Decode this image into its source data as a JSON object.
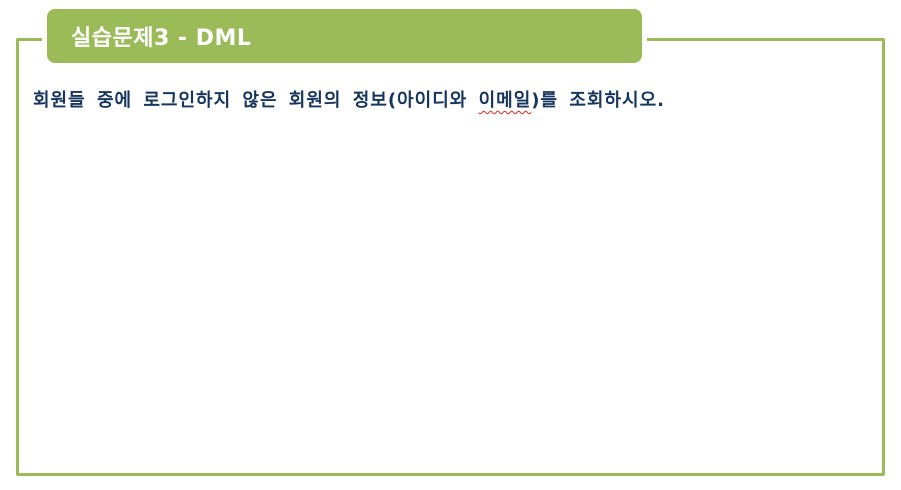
{
  "slide": {
    "title": "실습문제3 - DML",
    "question": {
      "before": "회원들 중에 로그인하지 않은 회원의 정보(아이디와 ",
      "flagged": "이메일",
      "after": ")를 조회하시오."
    }
  },
  "colors": {
    "accent": "#9bbb59",
    "text": "#17365d",
    "spellcheck": "#e2231a"
  }
}
